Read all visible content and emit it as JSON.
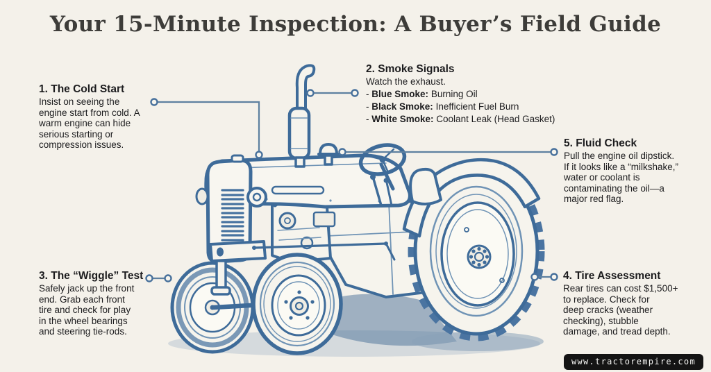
{
  "page": {
    "title": "Your 15-Minute Inspection: A Buyer’s Field Guide",
    "background_color": "#f4f1ea",
    "illustration_color": "#3e6b99",
    "connector_color": "#5d80a0",
    "text_color": "#1c1c1e"
  },
  "callouts": [
    {
      "title": "1. The Cold Start",
      "body_lines": [
        "Insist on seeing the",
        "engine start from cold. A",
        "warm engine can hide",
        "serious starting or",
        "compression issues."
      ]
    },
    {
      "title": "2. Smoke Signals",
      "intro": "Watch the exhaust.",
      "items": [
        {
          "bullet": "-",
          "label": "Blue Smoke:",
          "value": "Burning Oil"
        },
        {
          "bullet": "-",
          "label": "Black Smoke:",
          "value": "Inefficient Fuel Burn"
        },
        {
          "bullet": "-",
          "label": "White Smoke:",
          "value": "Coolant Leak (Head Gasket)"
        }
      ]
    },
    {
      "title": "3. The “Wiggle” Test",
      "body_lines": [
        "Safely jack up the front",
        "end. Grab each front",
        "tire and check for play",
        "in the wheel bearings",
        "and steering tie-rods."
      ]
    },
    {
      "title": "4. Tire Assessment",
      "body_lines": [
        "Rear tires can cost $1,500+",
        "to replace. Check for",
        "deep cracks (weather",
        "checking), stubble",
        "damage, and tread depth."
      ]
    },
    {
      "title": "5. Fluid Check",
      "body_lines": [
        "Pull the engine oil dipstick.",
        "If it looks like a “milkshake,”",
        "water or coolant is",
        "contaminating the oil—a",
        "major red flag."
      ]
    }
  ],
  "watermark": {
    "url_text": "www.tractorempire.com"
  },
  "illustration": {
    "subject": "vintage tractor side view, blue line-art sketch"
  }
}
